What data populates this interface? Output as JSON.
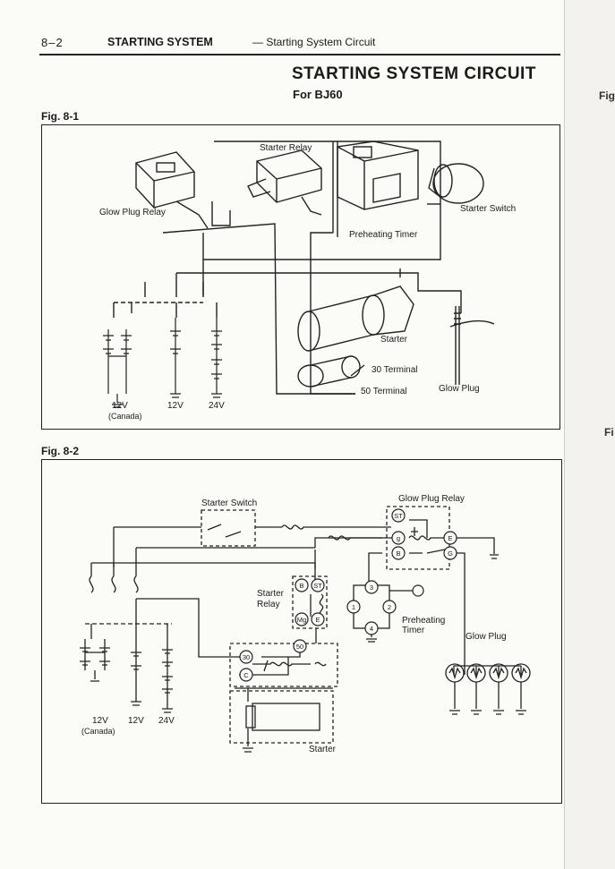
{
  "header": {
    "page_number": "8–2",
    "section_title": "STARTING SYSTEM",
    "section_subtitle": "— Starting System Circuit"
  },
  "title": "STARTING SYSTEM CIRCUIT",
  "model": "For BJ60",
  "fig1": {
    "label": "Fig. 8-1",
    "labels": {
      "starter_relay": "Starter Relay",
      "glow_plug_relay": "Glow Plug Relay",
      "starter_switch": "Starter Switch",
      "preheating_timer": "Preheating Timer",
      "starter": "Starter",
      "terminal_30": "30 Terminal",
      "terminal_50": "50 Terminal",
      "glow_plug": "Glow Plug",
      "batt_12v_canada": "12V",
      "canada": "(Canada)",
      "batt_12v": "12V",
      "batt_24v": "24V"
    }
  },
  "fig2": {
    "label": "Fig. 8-2",
    "labels": {
      "starter_switch": "Starter Switch",
      "glow_plug_relay": "Glow Plug Relay",
      "starter_relay_1": "Starter",
      "starter_relay_2": "Relay",
      "preheating_timer_1": "Preheating",
      "preheating_timer_2": "Timer",
      "glow_plug": "Glow Plug",
      "starter": "Starter",
      "batt_12v_canada": "12V",
      "canada": "(Canada)",
      "batt_12v": "12V",
      "batt_24v": "24V"
    },
    "terminals": {
      "st": "ST",
      "g": "g",
      "e": "E",
      "b": "B",
      "g2": "G",
      "relay_b": "B",
      "relay_st": "ST",
      "relay_mg": "Mg",
      "relay_e": "E",
      "t3": "3",
      "t1": "1",
      "t2": "2",
      "t4": "4",
      "s30": "30",
      "s50": "50",
      "sc": "C"
    }
  },
  "edge": {
    "fig_top": "Fig",
    "fig_bottom": "Fi"
  }
}
